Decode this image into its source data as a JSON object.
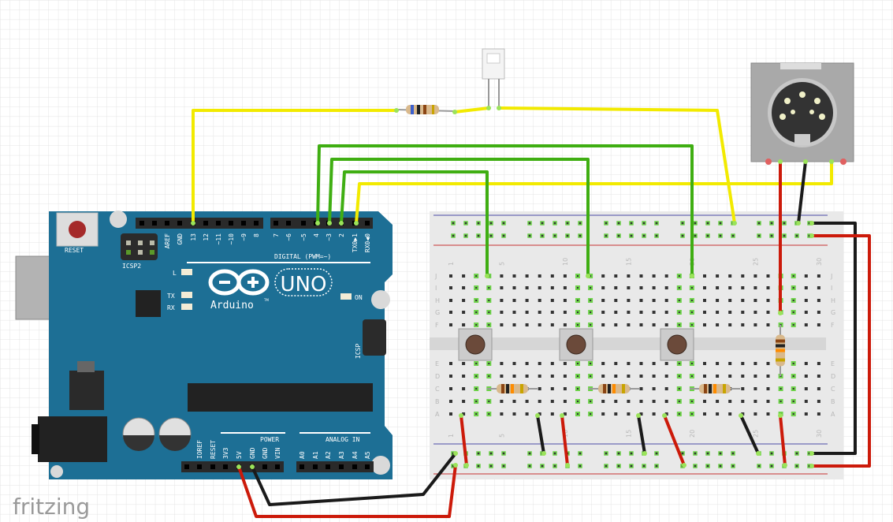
{
  "app": {
    "logo_text": "fritzing"
  },
  "colors": {
    "board": "#1d6f95",
    "breadboard": "#e9e9e9",
    "wire_yellow": "#f2ea00",
    "wire_green": "#3fae12",
    "wire_red": "#cc1a0a",
    "wire_black": "#1a1a1a",
    "hole_active": "#6ed24a"
  },
  "arduino": {
    "model": "UNO",
    "brand": "Arduino",
    "tm": "TM",
    "reset_label": "RESET",
    "icsp2_label": "ICSP2",
    "icsp_label": "ICSP",
    "led_labels": {
      "l": "L",
      "tx": "TX",
      "rx": "RX",
      "on": "ON"
    },
    "digital_label": "DIGITAL (PWM=~)",
    "power_label": "POWER",
    "analog_label": "ANALOG IN",
    "header_left": [
      "AREF",
      "GND",
      "13",
      "12",
      "~11",
      "~10",
      "~9",
      "8"
    ],
    "header_right": [
      "7",
      "~6",
      "~5",
      "4",
      "~3",
      "2",
      "TX0▶1",
      "RX0◀0"
    ],
    "power_pins": [
      "IOREF",
      "RESET",
      "3V3",
      "5V",
      "GND",
      "GND",
      "VIN"
    ],
    "analog_pins": [
      "A0",
      "A1",
      "A2",
      "A3",
      "A4",
      "A5"
    ]
  },
  "breadboard": {
    "column_numbers": [
      "1",
      "5",
      "10",
      "15",
      "20",
      "25",
      "30"
    ],
    "rows_top": [
      "J",
      "I",
      "H",
      "G",
      "F"
    ],
    "rows_bottom": [
      "E",
      "D",
      "C",
      "B",
      "A"
    ]
  }
}
